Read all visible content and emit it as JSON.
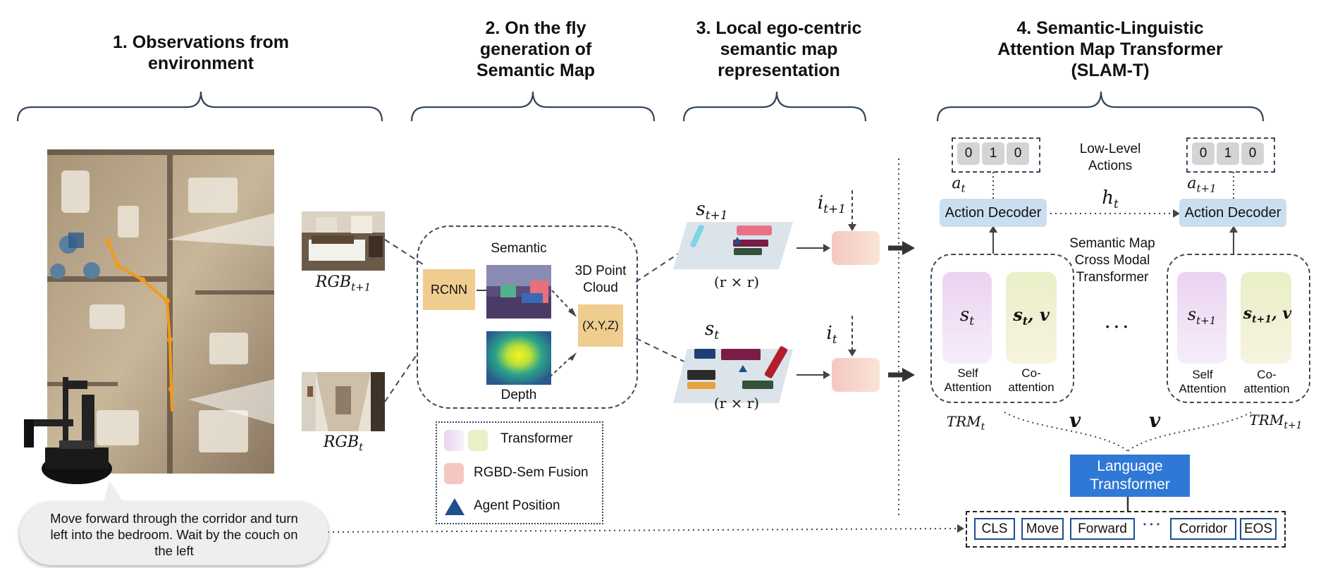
{
  "sections": {
    "s1": "1. Observations from environment",
    "s2": "2. On the fly generation of Semantic Map",
    "s3": "3. Local ego-centric semantic map representation",
    "s4": "4. Semantic-Linguistic Attention Map Transformer (SLAM-T)"
  },
  "obs": {
    "rgb_next": "RGB",
    "rgb_next_sub": "t+1",
    "rgb_cur": "RGB",
    "rgb_cur_sub": "t",
    "instruction": "Move forward through the corridor and turn left into the bedroom. Wait by the couch on the left"
  },
  "gen": {
    "rcnn": "RCNN",
    "semantic": "Semantic",
    "depth": "Depth",
    "cloud": "3D Point Cloud",
    "xyz": "(X,Y,Z)"
  },
  "legend": {
    "transformer": "Transformer",
    "fusion": "RGBD-Sem Fusion",
    "agent": "Agent Position"
  },
  "local_map": {
    "s_next": "s",
    "s_next_sub": "t+1",
    "s_cur": "s",
    "s_cur_sub": "t",
    "i_next": "i",
    "i_next_sub": "t+1",
    "i_cur": "i",
    "i_cur_sub": "t",
    "size": "(r × r)"
  },
  "slam": {
    "actions_label": "Low-Level Actions",
    "bits_left": [
      "0",
      "1",
      "0"
    ],
    "bits_right": [
      "0",
      "1",
      "0"
    ],
    "a_t": "a",
    "a_t_sub": "t",
    "a_next": "a",
    "a_next_sub": "t+1",
    "h_t": "h",
    "h_t_sub": "t",
    "decoder": "Action Decoder",
    "cross_modal": "Semantic Map Cross Modal Transformer",
    "s_t": "s",
    "s_t_sub": "t",
    "stv": "s",
    "stv_sub": "t",
    "stv_tail": ", v",
    "s_next": "s",
    "s_next_sub": "t+1",
    "snv": "s",
    "snv_sub": "t+1",
    "snv_tail": ", v",
    "self_attention": "Self Attention",
    "co_attention": "Co-attention",
    "ellipsis": "• • •",
    "trm": "TRM",
    "trm_sub": "t",
    "trm_next": "TRM",
    "trm_next_sub": "t+1",
    "v1": "v",
    "v2": "v",
    "language": "Language Transformer",
    "tokens": [
      "CLS",
      "Move",
      "Forward",
      "Corridor",
      "EOS"
    ],
    "dots": "• • •"
  },
  "colors": {
    "self_attention": "#ead3f0",
    "co_attention": "#e9efc7",
    "fusion": "#f6c7c2",
    "agent": "#1d4f8c",
    "cloud_box": "#efcd8f",
    "decoder": "#c9def0",
    "language": "#2f78d6"
  }
}
